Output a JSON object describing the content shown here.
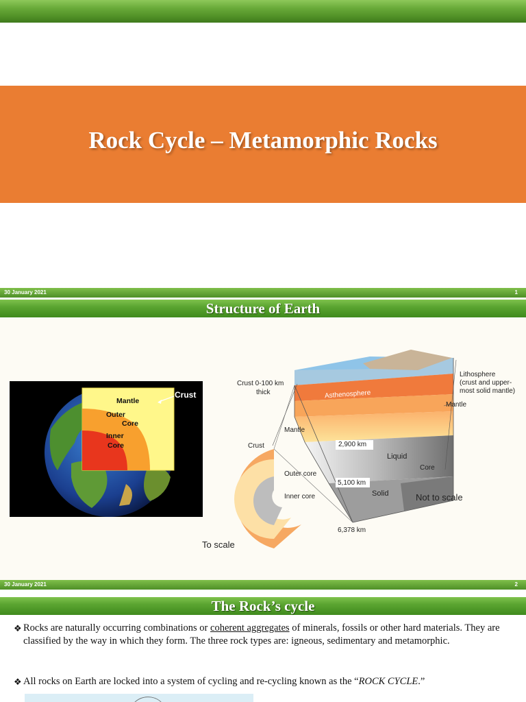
{
  "slide1": {
    "title": "Rock Cycle – Metamorphic Rocks"
  },
  "footer1": {
    "date": "30 January 2021",
    "number": "1"
  },
  "slide2": {
    "title": "Structure of Earth",
    "globe_labels": {
      "crust": "Crust",
      "mantle": "Mantle",
      "outer_core_1": "Outer",
      "outer_core_2": "Core",
      "inner_core_1": "Inner",
      "inner_core_2": "Core"
    },
    "section_labels": {
      "crust_thick_1": "Crust 0-100 km",
      "crust_thick_2": "thick",
      "lithosphere_1": "Lithosphere",
      "lithosphere_2": "(crust and upper-",
      "lithosphere_3": "most solid mantle)",
      "asthenosphere": "Asthenosphere",
      "mantle_right": "Mantle",
      "mantle_left": "Mantle",
      "crust": "Crust",
      "depth_2900": "2,900 km",
      "liquid": "Liquid",
      "core": "Core",
      "outer_core": "Outer core",
      "depth_5100": "5,100 km",
      "solid": "Solid",
      "inner_core": "Inner core",
      "not_to_scale": "Not to scale",
      "depth_6378": "6,378 km",
      "to_scale": "To scale"
    }
  },
  "footer2": {
    "date": "30 January 2021",
    "number": "2"
  },
  "slide3": {
    "title": "The Rock’s cycle",
    "bullet_symbol": "❖",
    "p1_before": "Rocks are naturally occurring combinations or ",
    "p1_link": "coherent aggregates",
    "p1_after": " of minerals, fossils or other hard materials. They are classified by the way in which they form.  The three rock types are:  igneous, sedimentary and metamorphic.",
    "p2_before": "All rocks on Earth are locked into a system of cycling and re-cycling known as the “",
    "p2_em": "ROCK CYCLE",
    "p2_after": ".”"
  },
  "colors": {
    "banner_orange": "#ea7d32",
    "bar_green": "#5ba531"
  }
}
